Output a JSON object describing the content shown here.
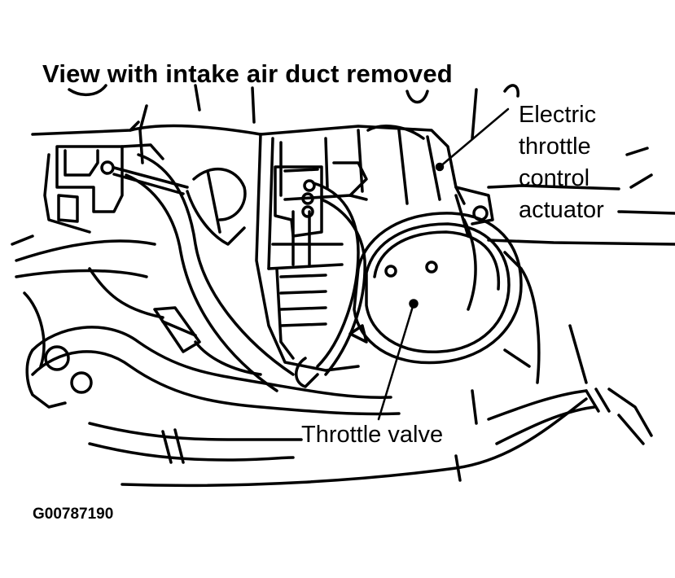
{
  "title": "View with intake air duct removed",
  "labels": {
    "actuator": [
      "Electric",
      "throttle",
      "control",
      "actuator"
    ],
    "valve": "Throttle valve"
  },
  "figure_id": "G00787190",
  "colors": {
    "ink": "#000000",
    "paper": "#ffffff"
  }
}
